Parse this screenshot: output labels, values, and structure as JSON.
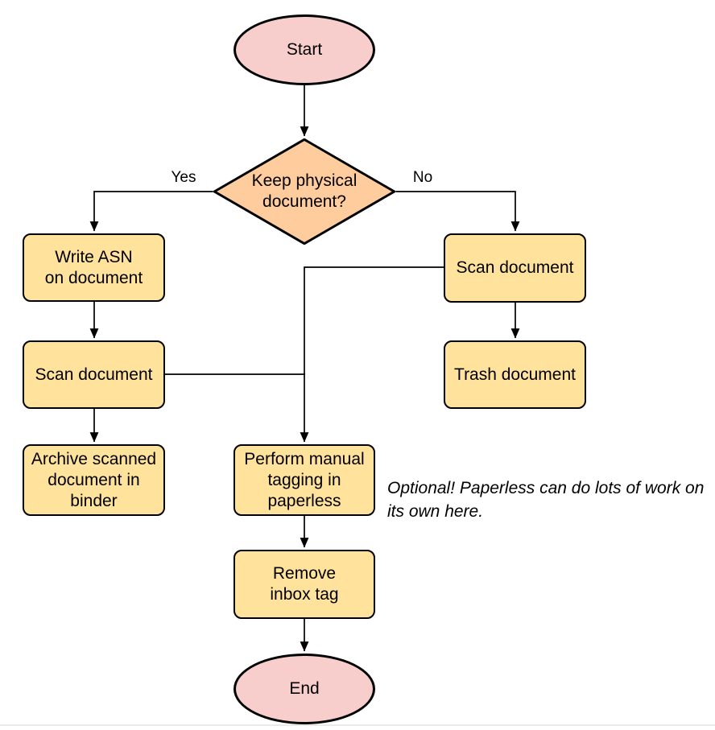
{
  "diagram": {
    "type": "flowchart",
    "nodes": {
      "start": {
        "label": "Start",
        "shape": "terminator"
      },
      "decision": {
        "label": "Keep physical\ndocument?",
        "shape": "decision"
      },
      "write_asn": {
        "label": "Write ASN\non document",
        "shape": "process"
      },
      "scan_left": {
        "label": "Scan document",
        "shape": "process"
      },
      "archive": {
        "label": "Archive scanned\ndocument in\nbinder",
        "shape": "process"
      },
      "scan_right": {
        "label": "Scan document",
        "shape": "process"
      },
      "trash": {
        "label": "Trash document",
        "shape": "process"
      },
      "tagging": {
        "label": "Perform manual\ntagging in\npaperless",
        "shape": "process"
      },
      "remove_inbox": {
        "label": "Remove\ninbox tag",
        "shape": "process"
      },
      "end": {
        "label": "End",
        "shape": "terminator"
      }
    },
    "edge_labels": {
      "yes": "Yes",
      "no": "No"
    },
    "edges": [
      {
        "from": "start",
        "to": "decision",
        "label": ""
      },
      {
        "from": "decision",
        "to": "write_asn",
        "label": "Yes"
      },
      {
        "from": "decision",
        "to": "scan_right",
        "label": "No"
      },
      {
        "from": "write_asn",
        "to": "scan_left",
        "label": ""
      },
      {
        "from": "scan_left",
        "to": "archive",
        "label": ""
      },
      {
        "from": "scan_right",
        "to": "trash",
        "label": ""
      },
      {
        "from": "scan_right",
        "to": "tagging",
        "label": ""
      },
      {
        "from": "scan_left",
        "to": "tagging",
        "label": ""
      },
      {
        "from": "tagging",
        "to": "remove_inbox",
        "label": ""
      },
      {
        "from": "remove_inbox",
        "to": "end",
        "label": ""
      }
    ],
    "annotation": "Optional! Paperless can do lots of work on\nits own here.",
    "colors": {
      "terminator_fill": "#f8cecc",
      "decision_fill": "#ffcc9e",
      "process_fill": "#ffe29b",
      "stroke": "#000000",
      "background": "#ffffff"
    }
  }
}
